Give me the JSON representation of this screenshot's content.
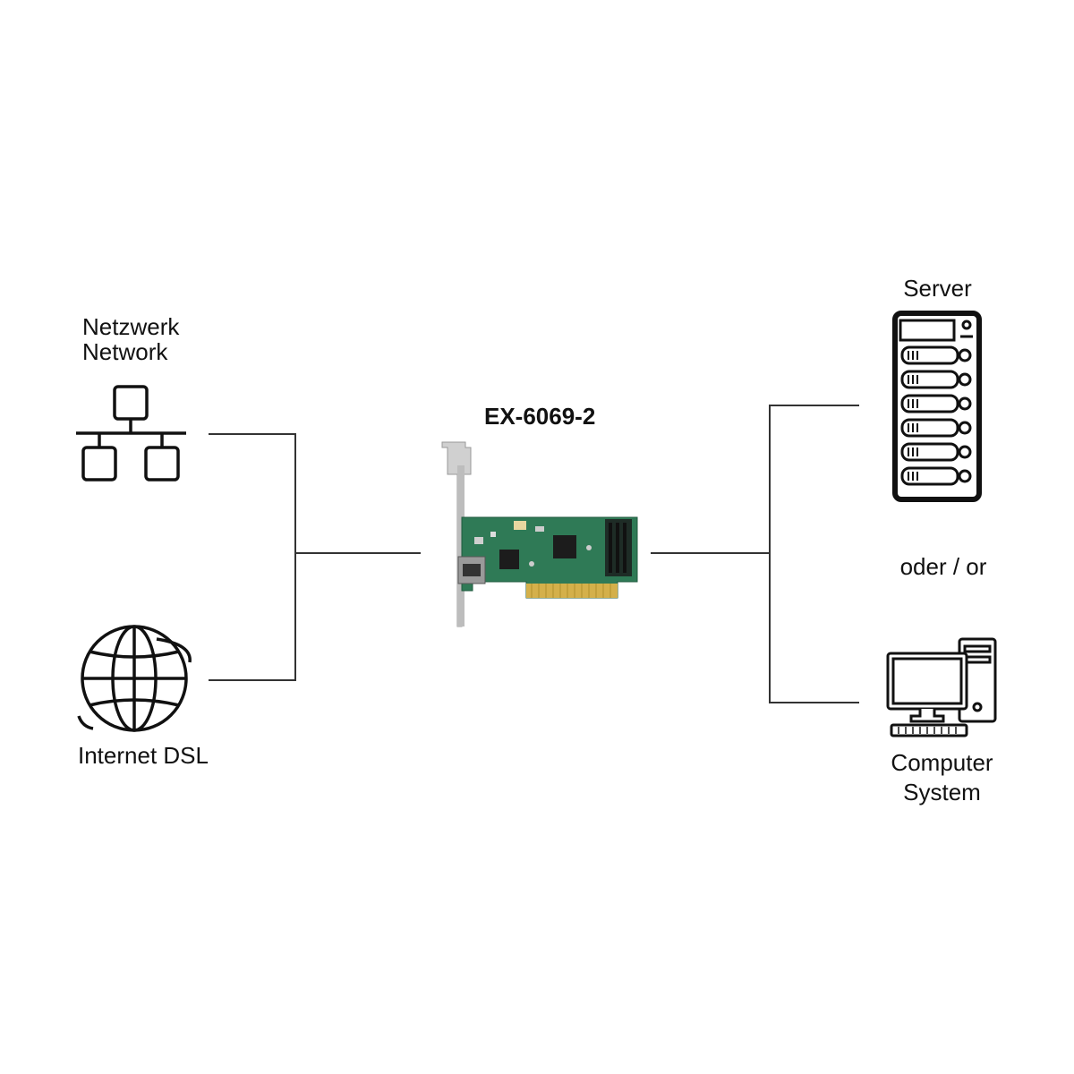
{
  "left": {
    "network_label_de": "Netzwerk",
    "network_label_en": "Network",
    "network_icon": "network-topology-icon",
    "internet_label": "Internet DSL",
    "internet_icon": "globe-icon"
  },
  "center": {
    "model": "EX-6069-2",
    "card_image": "pci-network-card"
  },
  "right": {
    "server_label": "Server",
    "server_icon": "server-tower-icon",
    "or_label": "oder / or",
    "computer_label_line1": "Computer",
    "computer_label_line2": "System",
    "computer_icon": "desktop-computer-icon"
  },
  "colors": {
    "line": "#333333",
    "icon_stroke": "#111111",
    "pcb_green": "#2f7a56",
    "gold_contacts": "#d4b04a",
    "bracket_silver": "#c9c9c9"
  }
}
